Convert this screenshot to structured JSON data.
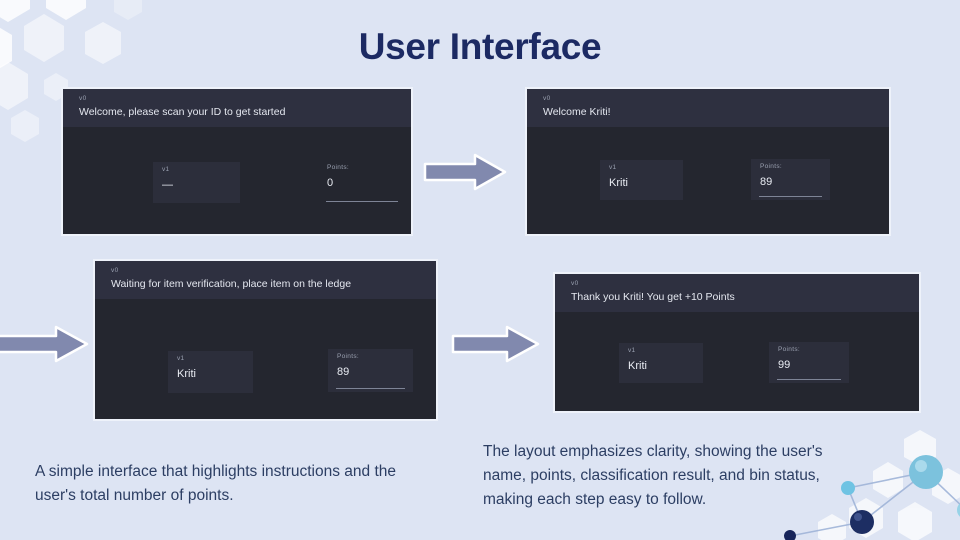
{
  "slide": {
    "title": "User Interface",
    "background_color": "#dde4f3",
    "title_color": "#1c2a63",
    "caption_color": "#2c3e63",
    "arrow_color": "#8189ae"
  },
  "panels": [
    {
      "id": "panel-1",
      "tag": "v0",
      "message": "Welcome, please scan your ID to get started",
      "name_field": {
        "label": "v1",
        "value": "—",
        "boxed": true
      },
      "points_field": {
        "label": "Points:",
        "value": "0",
        "boxed": false,
        "underlined": true
      }
    },
    {
      "id": "panel-2",
      "tag": "v0",
      "message": "Welcome Kriti!",
      "name_field": {
        "label": "v1",
        "value": "Kriti",
        "boxed": true
      },
      "points_field": {
        "label": "Points:",
        "value": "89",
        "boxed": true,
        "underlined": true
      }
    },
    {
      "id": "panel-3",
      "tag": "v0",
      "message": "Waiting for item verification, place item on the ledge",
      "name_field": {
        "label": "v1",
        "value": "Kriti",
        "boxed": true
      },
      "points_field": {
        "label": "Points:",
        "value": "89",
        "boxed": true,
        "underlined": true
      }
    },
    {
      "id": "panel-4",
      "tag": "v0",
      "message": "Thank you Kriti! You get +10 Points",
      "name_field": {
        "label": "v1",
        "value": "Kriti",
        "boxed": true
      },
      "points_field": {
        "label": "Points:",
        "value": "99",
        "boxed": true,
        "underlined": true
      }
    }
  ],
  "arrows": [
    {
      "id": "arrow-1",
      "direction": "right"
    },
    {
      "id": "arrow-2",
      "direction": "right"
    },
    {
      "id": "arrow-3",
      "direction": "right"
    }
  ],
  "captions": {
    "left": "A simple interface that highlights instructions and the user's total number of points.",
    "right": "The layout emphasizes clarity, showing the user's name, points, classification result, and bin status, making each step easy to follow."
  },
  "decorations": {
    "top_left": "hexagon-cluster",
    "bottom_right": "molecule-graphic"
  }
}
